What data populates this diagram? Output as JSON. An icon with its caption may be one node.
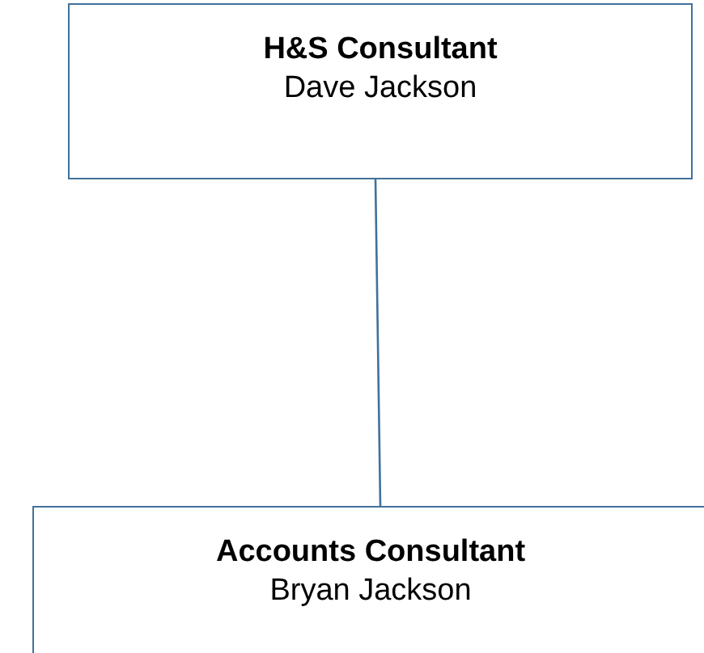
{
  "diagram": {
    "nodes": [
      {
        "text": [
          "H&S Consultant",
          "Dave Jackson"
        ]
      },
      {
        "text": [
          "Accounts Consultant",
          "Bryan Jackson"
        ]
      }
    ],
    "edges": [
      {
        "from": 0,
        "to": 1,
        "arrow": "none"
      }
    ]
  }
}
